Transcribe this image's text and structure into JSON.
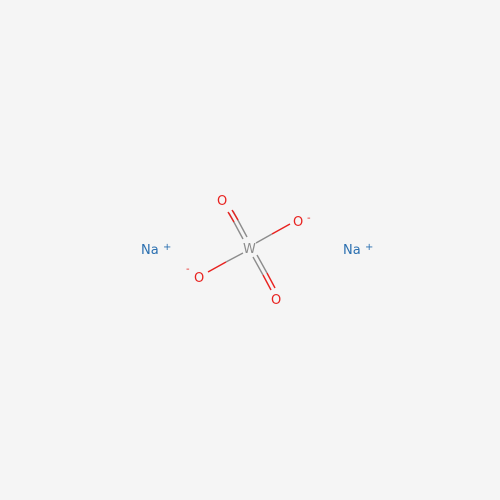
{
  "structure": {
    "atoms": {
      "na_left": {
        "symbol": "Na",
        "charge": "+"
      },
      "na_right": {
        "symbol": "Na",
        "charge": "+"
      },
      "w": {
        "symbol": "W"
      },
      "o_top": {
        "symbol": "O"
      },
      "o_right": {
        "symbol": "O",
        "charge": "-"
      },
      "o_left": {
        "symbol": "O",
        "charge": "-"
      },
      "o_bottom": {
        "symbol": "O"
      }
    },
    "bonds": [
      {
        "from": "w",
        "to": "o_top",
        "order": 2
      },
      {
        "from": "w",
        "to": "o_right",
        "order": 1
      },
      {
        "from": "w",
        "to": "o_left",
        "order": 1
      },
      {
        "from": "w",
        "to": "o_bottom",
        "order": 2
      }
    ]
  },
  "colors": {
    "background": "#f5f5f5",
    "sodium": "#2a6fb0",
    "oxygen": "#e8221f",
    "tungsten": "#8c8c8c"
  }
}
